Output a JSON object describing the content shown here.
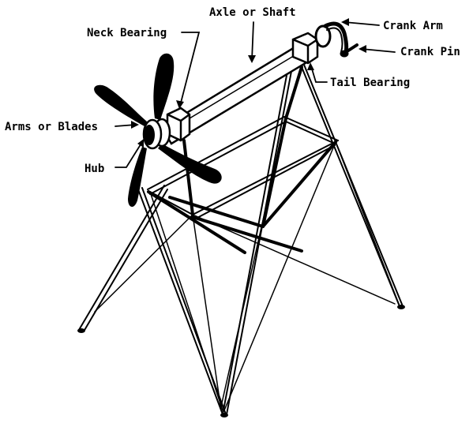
{
  "labels": {
    "axle": "Axle or Shaft",
    "neck_bearing": "Neck Bearing",
    "crank_arm": "Crank Arm",
    "crank_pin": "Crank Pin",
    "tail_bearing": "Tail Bearing",
    "arms_blades": "Arms or Blades",
    "hub": "Hub"
  },
  "colors": {
    "ink": "#000000",
    "paper": "#ffffff"
  }
}
